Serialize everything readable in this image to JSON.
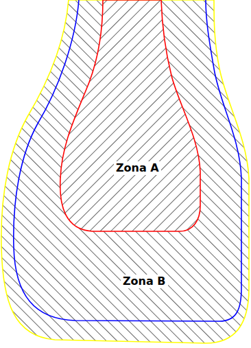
{
  "diagram": {
    "nodes": [
      {
        "text": [
          "Zona B"
        ]
      },
      {
        "text": [
          "Zona A"
        ],
        "in": 0
      }
    ]
  }
}
